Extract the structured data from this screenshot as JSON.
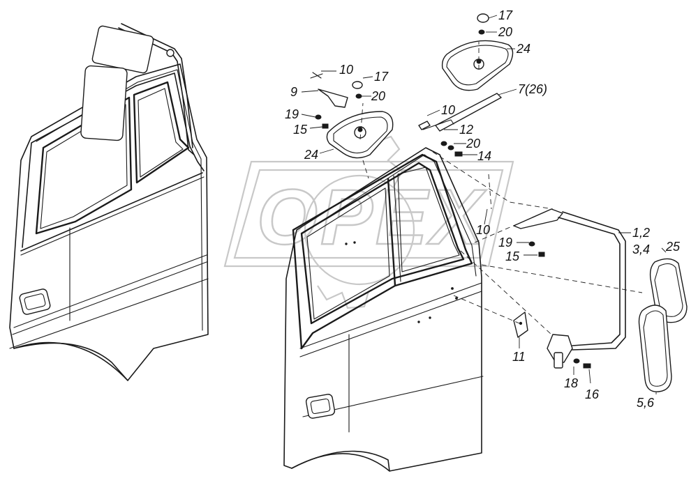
{
  "watermark": {
    "text": "OPEX"
  },
  "callouts": {
    "c17a": "17",
    "c20a": "20",
    "c24a": "24",
    "c10a": "10",
    "c17b": "17",
    "c9": "9",
    "c20b": "20",
    "c7": "7(26)",
    "c19a": "19",
    "c15a": "15",
    "c10b": "10",
    "c12": "12",
    "c20c": "20",
    "c24b": "24",
    "c14": "14",
    "c10c": "10",
    "c12b": "1,2",
    "c34": "3,4",
    "c25": "25",
    "c19b": "19",
    "c15b": "15",
    "c11": "11",
    "c18": "18",
    "c16": "16",
    "c56": "5,6"
  }
}
